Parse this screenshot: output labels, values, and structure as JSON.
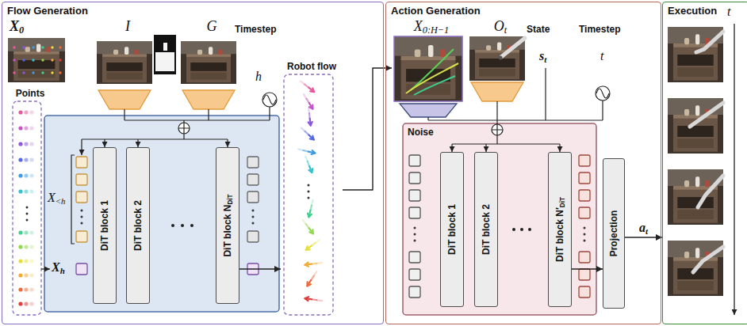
{
  "diagram": {
    "nodes": [
      {
        "text": [
          "Flow Generation"
        ]
      },
      {
        "text": [
          "X0"
        ],
        "in": 0
      },
      {
        "text": [
          "Points"
        ],
        "in": 0
      },
      {
        "text": [
          "I"
        ],
        "in": 0
      },
      {
        "text": [
          "G"
        ],
        "in": 0
      },
      {
        "text": [
          "DiT block 1"
        ],
        "in": 0
      },
      {
        "text": [
          "DiT block 2"
        ],
        "in": 0
      },
      {
        "text": [
          "DiT block NDiT"
        ],
        "in": 0
      },
      {
        "text": [
          "Robot flow"
        ],
        "in": 0
      },
      {
        "text": [
          "Action Generation"
        ]
      },
      {
        "text": [
          "X0:H−1"
        ],
        "in": 9
      },
      {
        "text": [
          "Ot"
        ],
        "in": 9
      },
      {
        "text": [
          "Noise"
        ],
        "in": 9
      },
      {
        "text": [
          "DiT block 1"
        ],
        "in": 12
      },
      {
        "text": [
          "DiT block 2"
        ],
        "in": 12
      },
      {
        "text": [
          "DiT block N′DiT"
        ],
        "in": 12
      },
      {
        "text": [
          "Projection"
        ],
        "in": 9
      },
      {
        "text": [
          "Execution"
        ]
      }
    ],
    "edges": [
      {
        "from": 7,
        "to": 8,
        "arrow": "to"
      },
      {
        "from": 8,
        "to": 10,
        "arrow": "to"
      },
      {
        "from": 15,
        "to": 16,
        "arrow": "to"
      },
      {
        "from": 16,
        "to": 17,
        "arrow": "to",
        "label": "at"
      }
    ],
    "labels": [
      "Timestep",
      "h",
      "X<h",
      "Xh",
      "State",
      "st",
      "Timestep",
      "t",
      "t"
    ]
  }
}
